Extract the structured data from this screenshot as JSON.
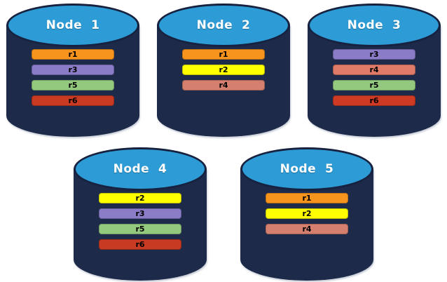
{
  "diagram": {
    "background_color": "#FFFFFF",
    "cylinder": {
      "top_color": "#2D9BD5",
      "body_color": "#1E2A49",
      "outline_color": "#16223F",
      "title_text_color": "#FFFFFF",
      "bar_text_color": "#000000"
    },
    "nodes": [
      {
        "label": "Node  1",
        "replicas": [
          {
            "label": "r1",
            "color": "#F7941D"
          },
          {
            "label": "r3",
            "color": "#8B7CC8"
          },
          {
            "label": "r5",
            "color": "#93C97E"
          },
          {
            "label": "r6",
            "color": "#C93A23"
          }
        ]
      },
      {
        "label": "Node  2",
        "replicas": [
          {
            "label": "r1",
            "color": "#F7941D"
          },
          {
            "label": "r2",
            "color": "#FFFF00"
          },
          {
            "label": "r4",
            "color": "#D5806F"
          }
        ]
      },
      {
        "label": "Node  3",
        "replicas": [
          {
            "label": "r3",
            "color": "#8B7CC8"
          },
          {
            "label": "r4",
            "color": "#E07B69"
          },
          {
            "label": "r5",
            "color": "#93C97E"
          },
          {
            "label": "r6",
            "color": "#CE3A23"
          }
        ]
      },
      {
        "label": "Node  4",
        "replicas": [
          {
            "label": "r2",
            "color": "#FFFF00"
          },
          {
            "label": "r3",
            "color": "#8B7CC8"
          },
          {
            "label": "r5",
            "color": "#93C97E"
          },
          {
            "label": "r6",
            "color": "#C93A23"
          }
        ]
      },
      {
        "label": "Node  5",
        "replicas": [
          {
            "label": "r1",
            "color": "#F7941D"
          },
          {
            "label": "r2",
            "color": "#FFFF00"
          },
          {
            "label": "r4",
            "color": "#D5806F"
          }
        ]
      }
    ]
  }
}
